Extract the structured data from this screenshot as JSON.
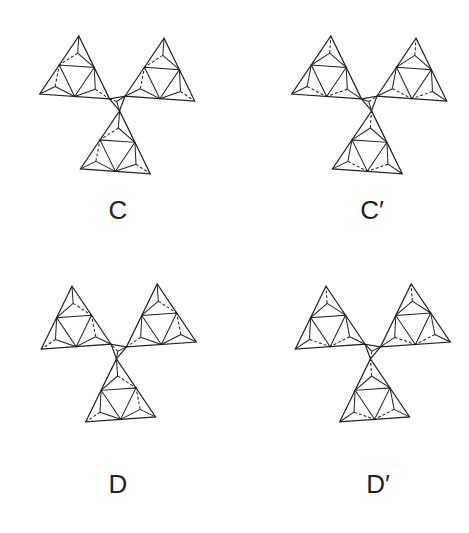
{
  "diagram": {
    "labels": [
      "C",
      "C′",
      "D",
      "D′"
    ]
  }
}
